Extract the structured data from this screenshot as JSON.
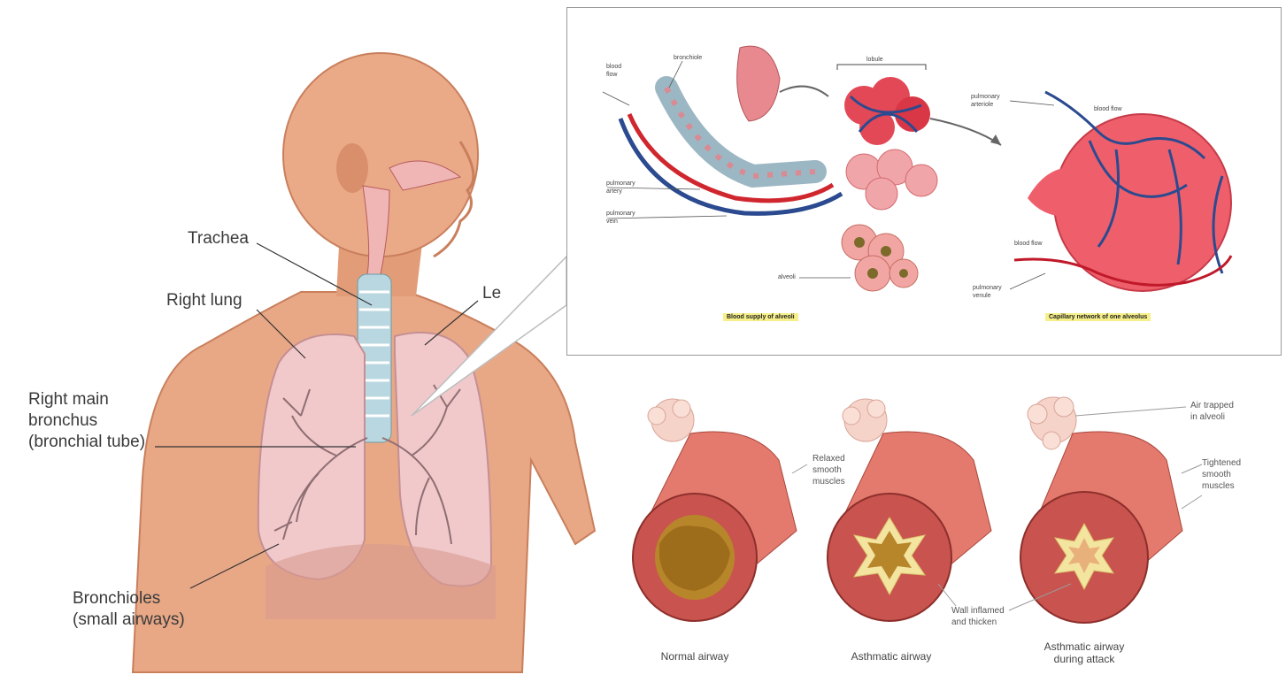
{
  "colors": {
    "skin": "#e8a886",
    "skin_shade": "#c97f5c",
    "lung": "#f1c9cb",
    "airway_red": "#c94a4a",
    "airway_inner": "#b8862a",
    "vein_blue": "#2b4a8f",
    "artery_red": "#d0272f",
    "caption_highlight": "#f6ef8a",
    "inset_border": "#9a9a9a"
  },
  "figure": {
    "body_labels": {
      "trachea": "Trachea",
      "right_lung": "Right lung",
      "left_lung_partial": "Le",
      "right_main_bronchus": "Right main\nbronchus\n(bronchial tube)",
      "bronchioles": "Bronchioles\n(small airways)"
    },
    "inset_top": {
      "labels": {
        "blood_flow_1": "blood\nflow",
        "bronchiole": "bronchiole",
        "lobule": "lobule",
        "pulmonary_artery": "pulmonary\nartery",
        "pulmonary_vein": "pulmonary\nvein",
        "alveoli": "alveoli",
        "pulmonary_arteriole": "pulmonary\narteriole",
        "blood_flow_2": "blood flow",
        "blood_flow_3": "blood flow",
        "pulmonary_venule": "pulmonary\nvenule"
      },
      "captions": {
        "left": "Blood supply of alveoli",
        "right": "Capillary network of one alveolus"
      }
    },
    "airways": {
      "labels": {
        "relaxed": "Relaxed\nsmooth\nmuscles",
        "air_trapped": "Air trapped\nin alveoli",
        "tightened": "Tightened\nsmooth\nmuscles",
        "wall_inflamed": "Wall inflamed\nand thicken"
      },
      "captions": {
        "normal": "Normal airway",
        "asthmatic": "Asthmatic airway",
        "attack": "Asthmatic airway\nduring attack"
      }
    }
  }
}
